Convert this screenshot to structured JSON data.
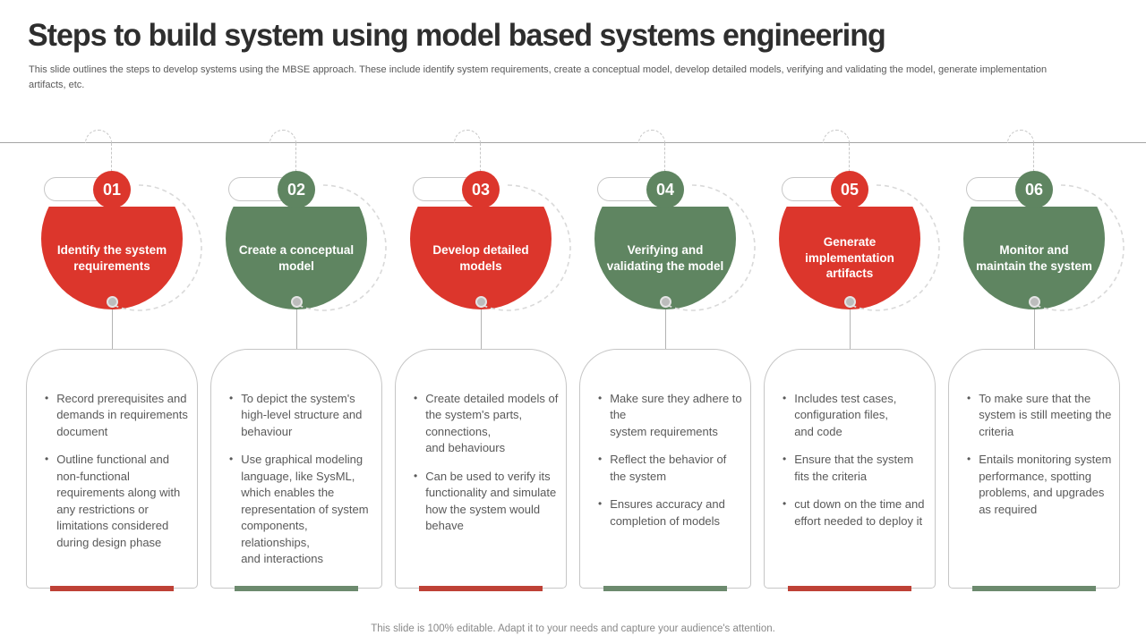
{
  "slide": {
    "title": "Steps to build system using model based systems engineering",
    "subtitle": "This slide outlines the steps to develop systems using the MBSE approach. These include identify system requirements, create a conceptual model, develop detailed models, verifying and validating the model, generate implementation artifacts, etc.",
    "footer": "This slide is 100% editable. Adapt it to your needs and capture your audience's attention."
  },
  "colors": {
    "red": "#DC362C",
    "green": "#5F8561",
    "bar_red": "#BE4136",
    "bar_green": "#6C8A6E",
    "rule_gray": "#A5A5A5",
    "dash_gray": "#C7C7C7",
    "card_border": "#C6C6C6",
    "dot_gray": "#BCBCBC",
    "body_text": "#595959"
  },
  "steps": [
    {
      "number": "01",
      "accent": "red",
      "title": "Identify the system requirements",
      "bullets": [
        "Record prerequisites and demands in requirements document",
        "Outline functional and non-functional requirements along with any restrictions or limitations considered during design phase"
      ]
    },
    {
      "number": "02",
      "accent": "green",
      "title": "Create a conceptual model",
      "bullets": [
        "To depict the system's high-level structure and behaviour",
        "Use graphical modeling language, like SysML, which enables the representation of system components, relationships,\nand interactions"
      ]
    },
    {
      "number": "03",
      "accent": "red",
      "title": "Develop detailed models",
      "bullets": [
        "Create detailed models of the system's parts, connections,\nand behaviours",
        "Can be used to verify its functionality and simulate how the system would behave"
      ]
    },
    {
      "number": "04",
      "accent": "green",
      "title": "Verifying and validating the model",
      "bullets": [
        "Make sure they adhere to the\nsystem requirements",
        "Reflect the behavior of the system",
        "Ensures accuracy and completion of models"
      ]
    },
    {
      "number": "05",
      "accent": "red",
      "title": "Generate implementation artifacts",
      "bullets": [
        "Includes test cases, configuration files,\nand code",
        "Ensure that the system fits the criteria",
        "cut down on the time and effort needed to deploy it"
      ]
    },
    {
      "number": "06",
      "accent": "green",
      "title": "Monitor and maintain the system",
      "bullets": [
        "To make sure that the system is still meeting the criteria",
        "Entails monitoring system performance, spotting problems, and upgrades as required"
      ]
    }
  ]
}
